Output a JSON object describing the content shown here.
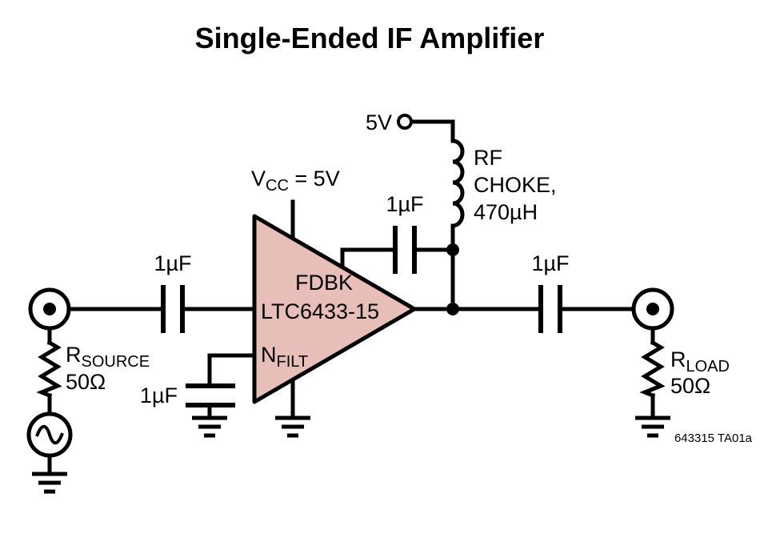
{
  "title": "Single-Ended IF Amplifier",
  "supply": {
    "terminal_label": "5V",
    "vcc_prefix": "V",
    "vcc_sub": "CC",
    "vcc_suffix": " = 5V"
  },
  "choke": {
    "line1": "RF",
    "line2": "CHOKE,",
    "line3": "470µH"
  },
  "capacitors": {
    "input": "1µF",
    "feedback": "1µF",
    "output": "1µF",
    "nfilt": "1µF"
  },
  "amplifier": {
    "pin_fdbk": "FDBK",
    "part_number": "LTC6433-15",
    "pin_nfilt_prefix": "N",
    "pin_nfilt_sub": "FILT"
  },
  "source": {
    "r_prefix": "R",
    "r_sub": "SOURCE",
    "value": "50Ω"
  },
  "load": {
    "r_prefix": "R",
    "r_sub": "LOAD",
    "value": "50Ω"
  },
  "figure_id": "643315 TA01a",
  "colors": {
    "amplifier_fill": "#e8bfb8",
    "line": "#000000"
  }
}
